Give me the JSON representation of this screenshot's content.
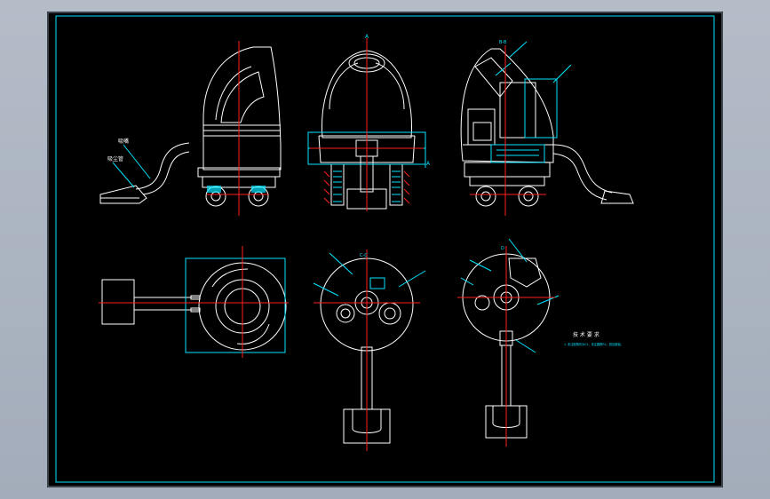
{
  "colors": {
    "background": "#a9b1be",
    "paper": "#000000",
    "frame": "#00e5ff",
    "outline": "#ffffff",
    "centerline": "#ff2020",
    "dimension": "#00e5ff",
    "section": "#00c8ff"
  },
  "labels": {
    "side_callout_hose": "吸尘管",
    "side_callout_nozzle": "吸嘴",
    "view_a": "A",
    "view_b": "B-B",
    "view_c": "C-C",
    "view_d": "D",
    "marker_a": "A",
    "tech_title": "技 术 要 求",
    "tech_line1": "1. 未注倒角均为C1，未注圆角R2，锐边倒钝。"
  }
}
